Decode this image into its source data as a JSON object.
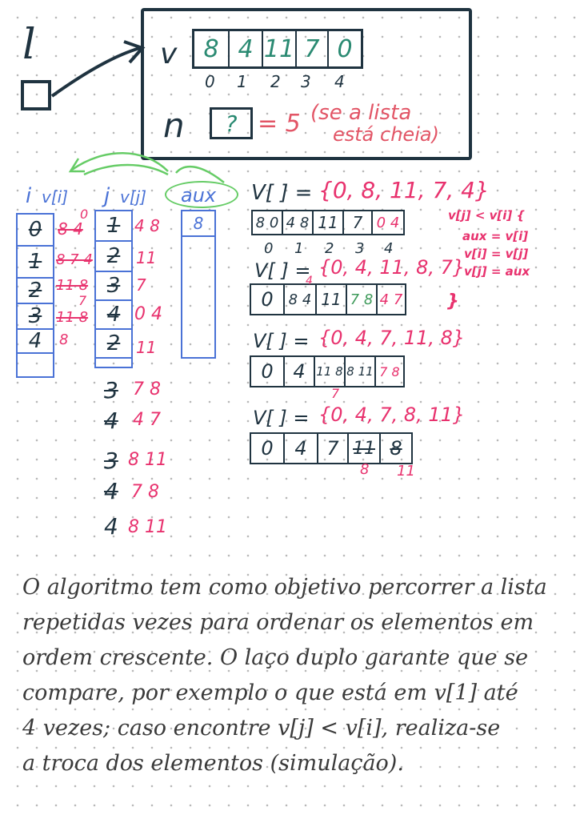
{
  "top": {
    "l_label": "l",
    "v_label": "v",
    "v_cells": [
      "8",
      "4",
      "11",
      "7",
      "0"
    ],
    "v_indices": [
      "0",
      "1",
      "2",
      "3",
      "4"
    ],
    "n_label": "n",
    "n_box": "?",
    "n_value": "= 5",
    "n_note_1": "(se a lista",
    "n_note_2": "está cheia)"
  },
  "headers": {
    "i": "i",
    "vi": "v[i]",
    "j": "j",
    "vj": "v[j]",
    "aux": "aux"
  },
  "i_column": {
    "cells": [
      "0",
      "1",
      "2",
      "3",
      "4"
    ],
    "values": [
      "8 4",
      "8 7 4",
      "11 8",
      "11 8",
      "8"
    ],
    "extra": [
      "0",
      "7"
    ]
  },
  "j_column": {
    "cells": [
      "1",
      "2",
      "3",
      "4",
      "2"
    ],
    "values": [
      "4 8",
      "11",
      "7",
      "0 4",
      "11"
    ],
    "extra_indices": [
      "3",
      "4",
      "3",
      "4",
      "4"
    ],
    "extra_values": [
      "7 8",
      "4 7",
      "8 11",
      "7 8",
      "8 11"
    ]
  },
  "aux_column": {
    "cells": [
      "8"
    ]
  },
  "arrays": [
    {
      "title_prefix": "V[ ] =",
      "title_values": "{0, 8, 11, 7, 4}",
      "cells": [
        "8 0",
        "4 8",
        "11",
        "7",
        "0 4"
      ],
      "indices": [
        "0",
        "1",
        "2",
        "3",
        "4"
      ]
    },
    {
      "title_prefix": "V[ ] =",
      "title_values": "{0, 4, 11, 8, 7}",
      "cells": [
        "0",
        "8 4",
        "11",
        "7 8",
        "4 7"
      ],
      "marks": [
        "4"
      ]
    },
    {
      "title_prefix": "V[ ] =",
      "title_values": "{0, 4, 7, 11, 8}",
      "cells": [
        "0",
        "4",
        "11 8",
        "8 11",
        "7 8"
      ],
      "marks": [
        "7"
      ]
    },
    {
      "title_prefix": "V[ ] =",
      "title_values": "{0, 4, 7, 8, 11}",
      "cells": [
        "0",
        "4",
        "7",
        "11",
        "8"
      ],
      "marks": [
        "8",
        "11"
      ]
    }
  ],
  "code": [
    "v[j] < v[i] {",
    "aux = v[i]",
    "v[i] = v[j]",
    "v[j] = aux",
    "}"
  ],
  "paragraph": [
    "O algoritmo tem como objetivo percorrer a lista",
    "repetidas vezes para ordenar os elementos em",
    "ordem crescente. O laço duplo garante que se",
    "compare, por exemplo o que está em v[1] até",
    "4 vezes; caso encontre v[j] < v[i], realiza-se",
    "a troca dos elementos (simulação)."
  ],
  "colors": {
    "ink": "#1f3340",
    "pink": "#e8326e",
    "blue": "#4a72d6",
    "green": "#3e9a5a",
    "light_green": "#66cc66",
    "teal": "#2a8a72",
    "coral": "#e25566"
  }
}
